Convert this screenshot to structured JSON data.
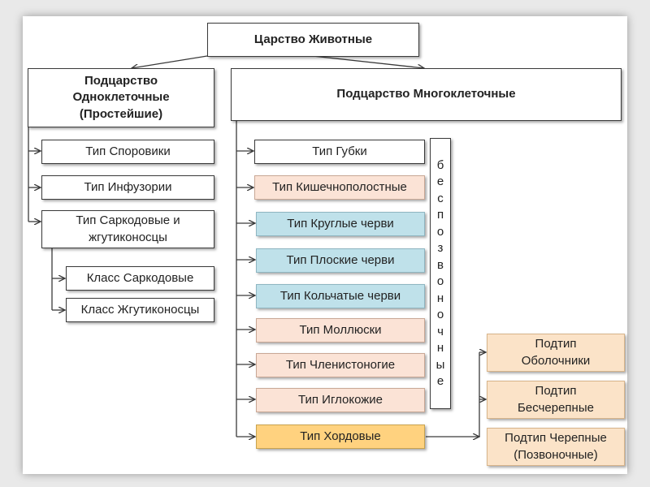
{
  "kingdom": "Царство Животные",
  "unicellular": {
    "title_line1": "Подцарство",
    "title_line2": "Одноклеточные",
    "title_line3": "(Простейшие)",
    "types": [
      "Тип Споровики",
      "Тип Инфузории"
    ],
    "sarcodina_line1": "Тип Саркодовые и",
    "sarcodina_line2": "жгутиконосцы",
    "classes": [
      "Класс Саркодовые",
      "Класс Жгутиконосцы"
    ]
  },
  "multicellular": {
    "title": "Подцарство Многоклеточные",
    "types": [
      "Тип Губки",
      "Тип Кишечнополостные",
      "Тип Круглые черви",
      "Тип Плоские черви",
      "Тип Кольчатые черви",
      "Тип Моллюски",
      "Тип Членистоногие",
      "Тип Иглокожие",
      "Тип Хордовые"
    ],
    "invertebrates_letters": [
      "б",
      "е",
      "с",
      "п",
      "о",
      "з",
      "в",
      "о",
      "н",
      "о",
      "ч",
      "н",
      "ы",
      "е"
    ]
  },
  "chordata_subtypes": [
    {
      "line1": "Подтип",
      "line2": "Оболочники"
    },
    {
      "line1": "Подтип",
      "line2": "Бесчерепные"
    },
    {
      "line1": "Подтип Черепные",
      "line2": "(Позвоночные)"
    }
  ],
  "colors": {
    "sponge": "#ffffff",
    "coelenterates": "#fbe3d6",
    "worms": "#bfe1ea",
    "mollusks_arthropods_echinoderms": "#fbe3d6",
    "chordata": "#ffd27f",
    "subtypes": "#fbe3c8",
    "lines": "#3a3a3a"
  }
}
